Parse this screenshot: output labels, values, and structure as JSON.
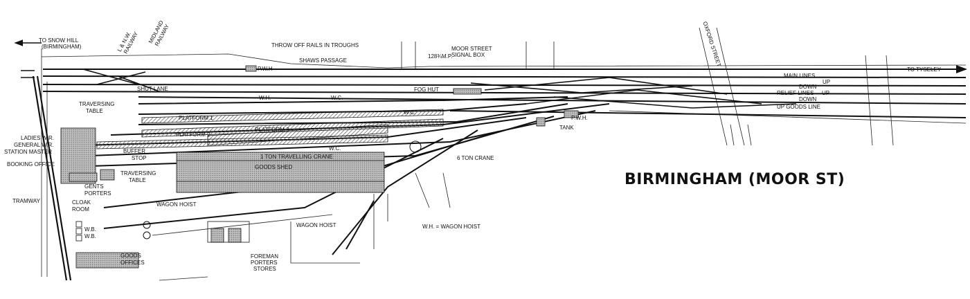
{
  "title": "BIRMINGHAM (MOOR ST)",
  "colors": {
    "ink": "#111111",
    "paper": "#ffffff",
    "hatch": "#9a9a9a"
  },
  "labels": {
    "to_snow_hill": "TO SNOW HILL",
    "birmingham": "(BIRMINGHAM)",
    "lnw_railway_1": "L & N.W.",
    "lnw_railway_2": "RAILWAY",
    "midland_railway_1": "MIDLAND",
    "midland_railway_2": "RAILWAY",
    "throw_off_rails": "THROW OFF RAILS IN TROUGHS",
    "shaws_passage": "SHAWS PASSAGE",
    "pwh_top": "P.W.H",
    "milepost": "128¾M.P.",
    "moor_street_1": "MOOR STREET",
    "moor_street_2": "SIGNAL BOX",
    "oxford_street": "OXFORD STREET",
    "to_tyseley": "TO TYSELEY",
    "main_lines": "MAIN LINES",
    "up1": "UP",
    "down1": "DOWN",
    "relief_lines": "RELIEF LINES",
    "up2": "UP",
    "down2": "DOWN",
    "up_goods_line": "UP GOODS LINE",
    "shut_lane": "SHUT LANE",
    "fog_hut": "FOG HUT",
    "wh1": "W.H.",
    "wc1": "W.C.",
    "wc2": "W.C.",
    "wc3": "W.C.",
    "traversing_table_1": "TRAVERSING",
    "traversing_table_2": "TABLE",
    "platform_1": "PLATFORM 1",
    "platform_2": "PLATFORM 2",
    "platform_3": "PLATFORM 3",
    "pwh_tank": "P.W.H.",
    "tank": "TANK",
    "ladies_wr": "LADIES W.R.",
    "general_wr": "GENERAL W.R.",
    "station_master": "STATION MASTER",
    "booking_office": "BOOKING OFFICE",
    "buffer": "BUFFER",
    "stop": "STOP",
    "crane_1ton": "1 TON TRAVELLING CRANE",
    "goods_shed": "GOODS SHED",
    "crane_6ton": "6 TON CRANE",
    "traversing_table_b1": "TRAVERSING",
    "traversing_table_b2": "TABLE",
    "gents": "GENTS",
    "porters": "PORTERS",
    "tramway": "TRAMWAY",
    "cloak_1": "CLOAK",
    "cloak_2": "ROOM",
    "wagon_hoist_1": "WAGON HOIST",
    "wagon_hoist_2": "WAGON HOIST",
    "wh_legend": "W.H. = WAGON HOIST",
    "wb1": "W.B.",
    "wb2": "W.B.",
    "goods_offices_1": "GOODS",
    "goods_offices_2": "OFFICES",
    "foreman": "FOREMAN",
    "porters_2": "PORTERS",
    "stores": "STORES"
  }
}
